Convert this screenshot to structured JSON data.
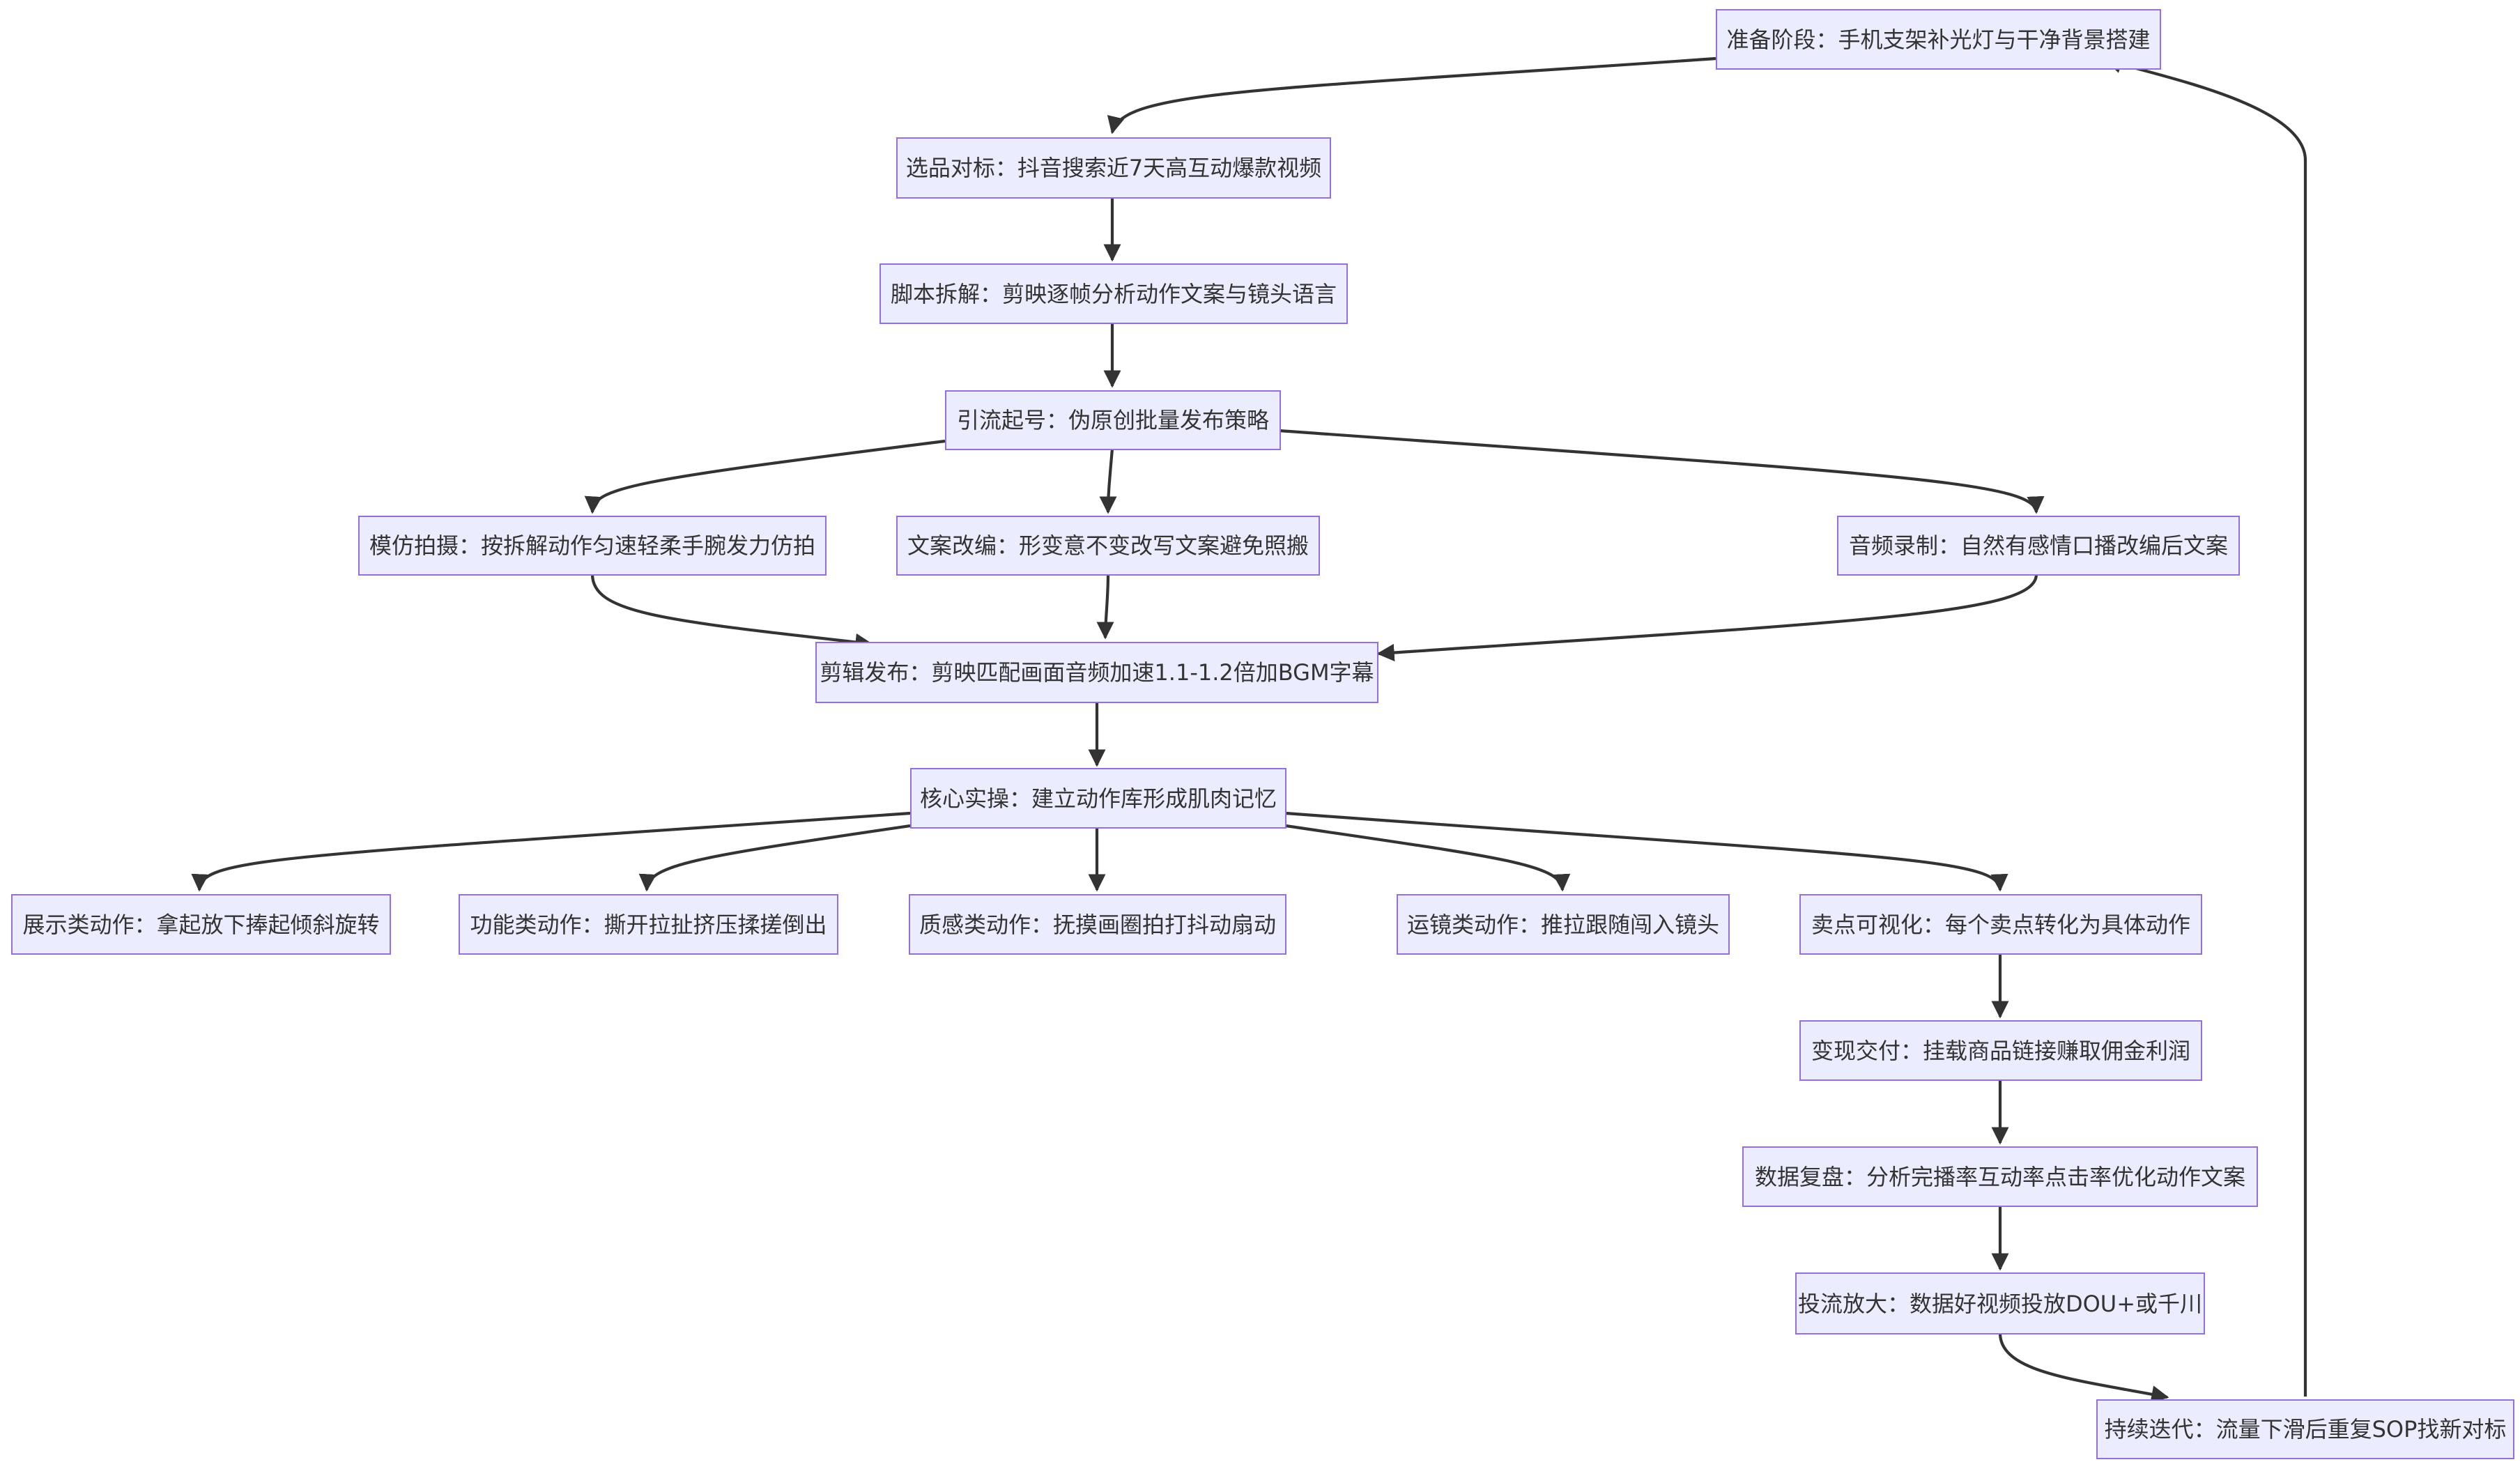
{
  "nodes": {
    "prep": "准备阶段：手机支架补光灯与干净背景搭建",
    "select": "选品对标：抖音搜索近7天高互动爆款视频",
    "script": "脚本拆解：剪映逐帧分析动作文案与镜头语言",
    "startup": "引流起号：伪原创批量发布策略",
    "imitate": "模仿拍摄：按拆解动作匀速轻柔手腕发力仿拍",
    "copywrite": "文案改编：形变意不变改写文案避免照搬",
    "audio": "音频录制：自然有感情口播改编后文案",
    "edit": "剪辑发布：剪映匹配画面音频加速1.1-1.2倍加BGM字幕",
    "core": "核心实操：建立动作库形成肌肉记忆",
    "display": "展示类动作：拿起放下捧起倾斜旋转",
    "function": "功能类动作：撕开拉扯挤压揉搓倒出",
    "texture": "质感类动作：抚摸画圈拍打抖动扇动",
    "camera": "运镜类动作：推拉跟随闯入镜头",
    "sellpoint": "卖点可视化：每个卖点转化为具体动作",
    "monetize": "变现交付：挂载商品链接赚取佣金利润",
    "review": "数据复盘：分析完播率互动率点击率优化动作文案",
    "boost": "投流放大：数据好视频投放DOU+或千川",
    "iterate": "持续迭代：流量下滑后重复SOP找新对标"
  },
  "edges": [
    [
      "prep",
      "select"
    ],
    [
      "select",
      "script"
    ],
    [
      "script",
      "startup"
    ],
    [
      "startup",
      "imitate"
    ],
    [
      "startup",
      "copywrite"
    ],
    [
      "startup",
      "audio"
    ],
    [
      "imitate",
      "edit"
    ],
    [
      "copywrite",
      "edit"
    ],
    [
      "audio",
      "edit"
    ],
    [
      "edit",
      "core"
    ],
    [
      "core",
      "display"
    ],
    [
      "core",
      "function"
    ],
    [
      "core",
      "texture"
    ],
    [
      "core",
      "camera"
    ],
    [
      "core",
      "sellpoint"
    ],
    [
      "sellpoint",
      "monetize"
    ],
    [
      "monetize",
      "review"
    ],
    [
      "review",
      "boost"
    ],
    [
      "boost",
      "iterate"
    ],
    [
      "iterate",
      "prep"
    ]
  ],
  "colors": {
    "node_fill": "#ececff",
    "node_border": "#9370db",
    "edge": "#333333",
    "text": "#333333"
  }
}
